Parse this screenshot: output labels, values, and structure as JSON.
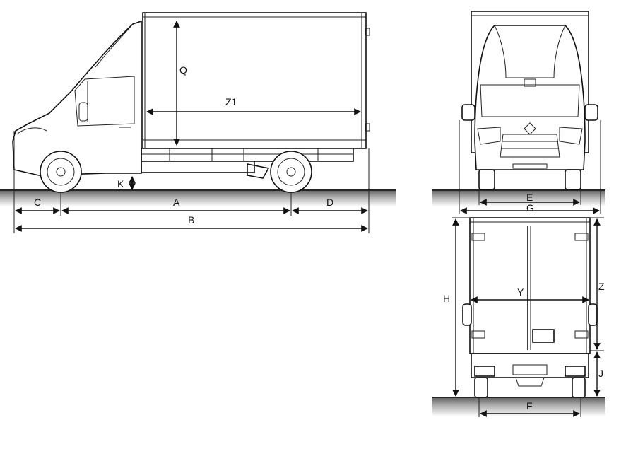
{
  "diagram": {
    "dimension_labels": {
      "A": "A",
      "B": "B",
      "C": "C",
      "D": "D",
      "E": "E",
      "F": "F",
      "G": "G",
      "H": "H",
      "J": "J",
      "K": "K",
      "Q": "Q",
      "Y": "Y",
      "Z": "Z",
      "Z1": "Z1"
    }
  }
}
